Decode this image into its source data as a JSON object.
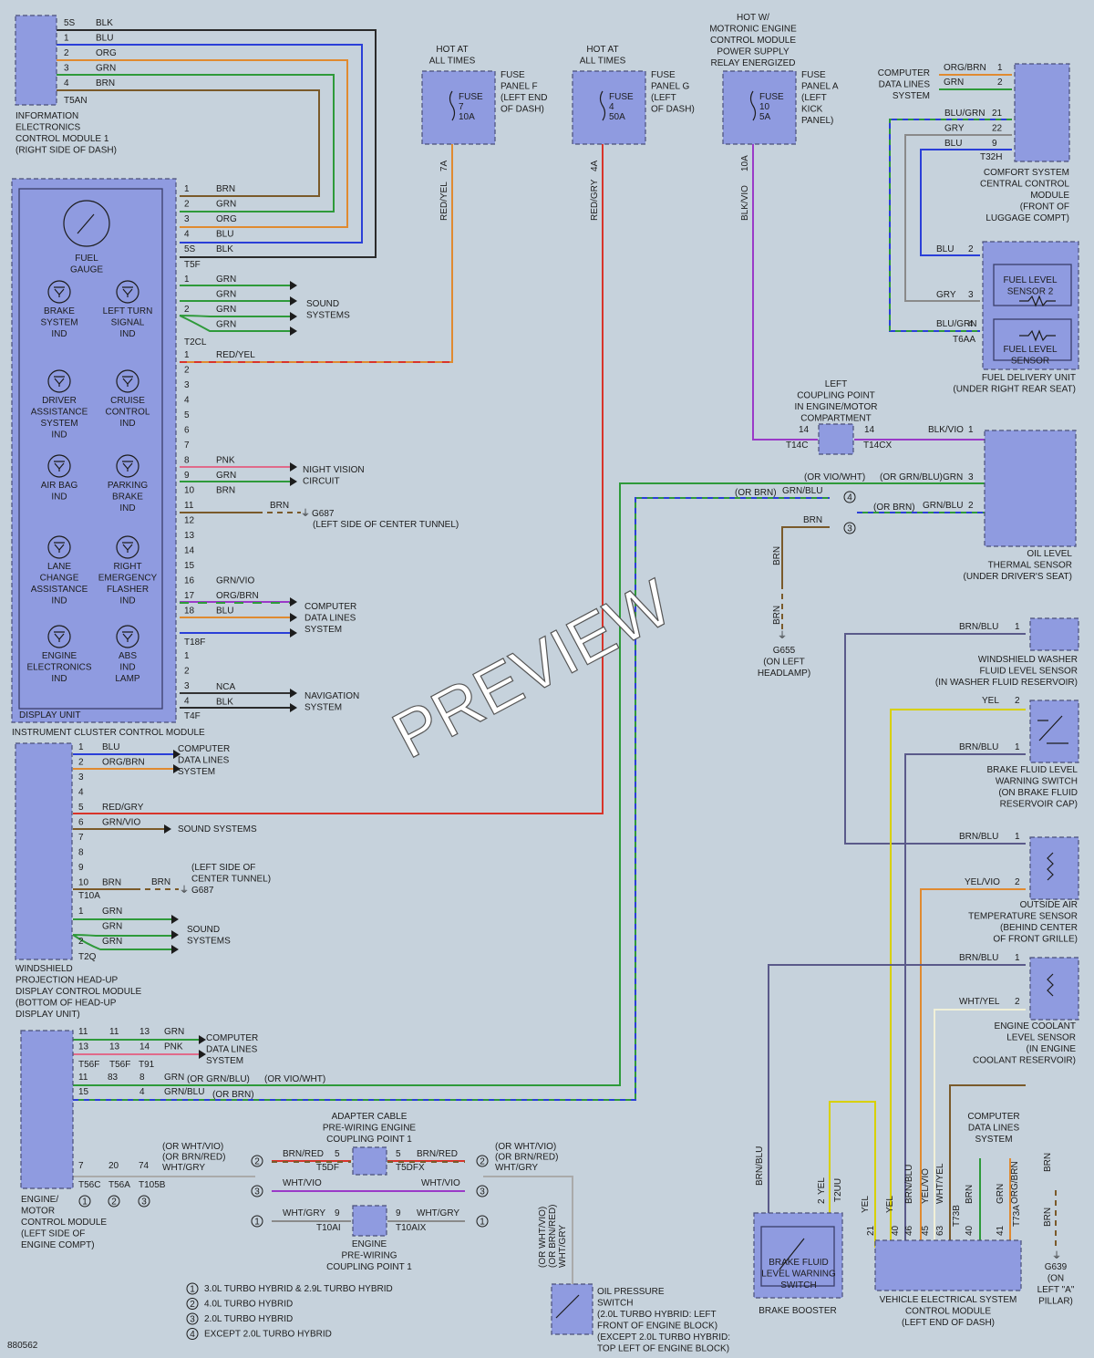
{
  "watermark": "PREVIEW",
  "figure_id": "880562",
  "colors": {
    "BLK": "#2a2a2a",
    "BLU": "#2a3fd8",
    "ORG": "#e08a30",
    "GRN": "#2e9a3a",
    "BRN": "#7a5a2a",
    "RED": "#d8342a",
    "YEL": "#d8d000",
    "PNK": "#e06a8a",
    "VIO": "#9a3ac8",
    "GRY": "#8a8a8a",
    "WHT": "#f0f0f0",
    "NCA": "#333333",
    "component_fill": "#8f9be0",
    "background": "#c6d2dc"
  },
  "components": {
    "info_module": {
      "lines": [
        "INFORMATION",
        "ELECTRONICS",
        "CONTROL MODULE 1",
        "(RIGHT SIDE OF DASH)"
      ],
      "connector": "T5AN"
    },
    "cluster": {
      "label": "INSTRUMENT CLUSTER CONTROL MODULE",
      "display_unit": "DISPLAY UNIT",
      "gauge": [
        "FUEL",
        "GAUGE"
      ]
    },
    "indicators": [
      {
        "lines": [
          "BRAKE",
          "SYSTEM",
          "IND"
        ]
      },
      {
        "lines": [
          "LEFT TURN",
          "SIGNAL",
          "IND"
        ]
      },
      {
        "lines": [
          "DRIVER",
          "ASSISTANCE",
          "SYSTEM",
          "IND"
        ]
      },
      {
        "lines": [
          "CRUISE",
          "CONTROL",
          "IND"
        ]
      },
      {
        "lines": [
          "AIR BAG",
          "IND"
        ]
      },
      {
        "lines": [
          "PARKING",
          "BRAKE",
          "IND"
        ]
      },
      {
        "lines": [
          "LANE",
          "CHANGE",
          "ASSISTANCE",
          "IND"
        ]
      },
      {
        "lines": [
          "RIGHT",
          "EMERGENCY",
          "FLASHER",
          "IND"
        ]
      },
      {
        "lines": [
          "ENGINE",
          "ELECTRONICS",
          "IND"
        ]
      },
      {
        "lines": [
          "ABS",
          "IND",
          "LAMP"
        ]
      }
    ],
    "hud": {
      "lines": [
        "WINDSHIELD",
        "PROJECTION HEAD-UP",
        "DISPLAY CONTROL MODULE",
        "(BOTTOM OF HEAD-UP",
        "DISPLAY UNIT)"
      ]
    },
    "ecm": {
      "lines": [
        "ENGINE/",
        "MOTOR",
        "CONTROL MODULE",
        "(LEFT SIDE OF",
        "ENGINE COMPT)"
      ]
    },
    "fuse_f": {
      "hot": [
        "HOT AT",
        "ALL TIMES"
      ],
      "fuse": [
        "FUSE",
        "7",
        "10A"
      ],
      "panel": [
        "FUSE",
        "PANEL F",
        "(LEFT END",
        "OF DASH)"
      ],
      "wire": "RED/YEL",
      "pin": "7A"
    },
    "fuse_g": {
      "hot": [
        "HOT AT",
        "ALL TIMES"
      ],
      "fuse": [
        "FUSE",
        "4",
        "50A"
      ],
      "panel": [
        "FUSE",
        "PANEL G",
        "(LEFT",
        "OF DASH)"
      ],
      "wire": "RED/GRY",
      "pin": "4A"
    },
    "fuse_a": {
      "hot": [
        "HOT W/",
        "MOTRONIC ENGINE",
        "CONTROL MODULE",
        "POWER SUPPLY",
        "RELAY ENERGIZED"
      ],
      "fuse": [
        "FUSE",
        "10",
        "5A"
      ],
      "panel": [
        "FUSE",
        "PANEL A",
        "(LEFT",
        "KICK",
        "PANEL)"
      ],
      "wire": "BLK/VIO",
      "pin": "10A"
    },
    "comfort": {
      "lines": [
        "COMFORT SYSTEM",
        "CENTRAL CONTROL",
        "MODULE",
        "(FRONT OF",
        "LUGGAGE COMPT)"
      ],
      "connector": "T32H",
      "cdl": [
        "COMPUTER",
        "DATA LINES",
        "SYSTEM"
      ]
    },
    "fuel_unit": {
      "sensor2": [
        "FUEL LEVEL",
        "SENSOR 2"
      ],
      "sensor": [
        "FUEL LEVEL",
        "SENSOR"
      ],
      "lines": [
        "FUEL DELIVERY UNIT",
        "(UNDER RIGHT REAR SEAT)"
      ],
      "connector": "T6AA"
    },
    "coupling": {
      "lines": [
        "LEFT",
        "COUPLING POINT",
        "IN ENGINE/MOTOR",
        "COMPARTMENT"
      ],
      "c1": "T14C",
      "c2": "T14CX"
    },
    "oil_sensor": {
      "lines": [
        "OIL LEVEL",
        "THERMAL SENSOR",
        "(UNDER DRIVER'S SEAT)"
      ]
    },
    "g655": {
      "lines": [
        "G655",
        "(ON LEFT",
        "HEADLAMP)"
      ]
    },
    "washer": {
      "lines": [
        "WINDSHIELD WASHER",
        "FLUID LEVEL SENSOR",
        "(IN WASHER FLUID RESERVOIR)"
      ]
    },
    "brake_switch": {
      "lines": [
        "BRAKE FLUID LEVEL",
        "WARNING SWITCH",
        "(ON BRAKE FLUID",
        "RESERVOIR CAP)"
      ]
    },
    "outside_air": {
      "lines": [
        "OUTSIDE AIR",
        "TEMPERATURE SENSOR",
        "(BEHIND CENTER",
        "OF FRONT GRILLE)"
      ]
    },
    "coolant": {
      "lines": [
        "ENGINE COOLANT",
        "LEVEL SENSOR",
        "(IN ENGINE",
        "COOLANT RESERVOIR)"
      ]
    },
    "adapter": {
      "lines": [
        "ADAPTER CABLE",
        "PRE-WIRING ENGINE",
        "COUPLING POINT 1"
      ],
      "c1": "T5DF",
      "c2": "T5DFX"
    },
    "engine_prewire": {
      "lines": [
        "ENGINE",
        "PRE-WIRING",
        "COUPLING POINT 1"
      ],
      "c1": "T10AI",
      "c2": "T10AIX"
    },
    "oil_pressure": {
      "lines": [
        "OIL PRESSURE",
        "SWITCH",
        "(2.0L TURBO HYBRID: LEFT",
        "FRONT OF ENGINE BLOCK)",
        "(EXCEPT 2.0L TURBO HYBRID:",
        "TOP LEFT OF ENGINE BLOCK)"
      ],
      "wire": [
        "(OR WHT/VIO)",
        "(OR BRN/RED)",
        "WHT/GRY"
      ]
    },
    "brake_booster": {
      "inner": [
        "BRAKE FLUID",
        "LEVEL WARNING",
        "SWITCH"
      ],
      "label": "BRAKE BOOSTER"
    },
    "vesc": {
      "lines": [
        "VEHICLE ELECTRICAL SYSTEM",
        "CONTROL MODULE",
        "(LEFT END OF DASH)"
      ],
      "cdl": [
        "COMPUTER",
        "DATA LINES",
        "SYSTEM"
      ]
    },
    "g639": {
      "lines": [
        "G639",
        "(ON",
        "LEFT \"A\"",
        "PILLAR)"
      ]
    },
    "g687": "G687",
    "g687_loc": "(LEFT SIDE OF CENTER TUNNEL)",
    "g687_loc2": [
      "(LEFT SIDE OF",
      "CENTER TUNNEL)"
    ]
  },
  "cluster_pins": {
    "t5f": [
      {
        "n": "1",
        "w": "BRN"
      },
      {
        "n": "2",
        "w": "GRN"
      },
      {
        "n": "3",
        "w": "ORG"
      },
      {
        "n": "4",
        "w": "BLU"
      },
      {
        "n": "5S",
        "w": "BLK"
      }
    ],
    "t5f_label": "T5F",
    "info_pins": [
      {
        "n": "5S",
        "w": "BLK"
      },
      {
        "n": "1",
        "w": "BLU"
      },
      {
        "n": "2",
        "w": "ORG"
      },
      {
        "n": "3",
        "w": "GRN"
      },
      {
        "n": "4",
        "w": "BRN"
      }
    ],
    "t2cl": [
      {
        "n": "1",
        "w": "GRN"
      },
      {
        "n": "",
        "w": "GRN"
      },
      {
        "n": "2",
        "w": "GRN"
      },
      {
        "n": "",
        "w": "GRN"
      }
    ],
    "t2cl_label": "T2CL",
    "sound": [
      "SOUND",
      "SYSTEMS"
    ],
    "t18f": [
      {
        "n": "1",
        "w": "RED/YEL"
      },
      {
        "n": "2",
        "w": ""
      },
      {
        "n": "3",
        "w": ""
      },
      {
        "n": "4",
        "w": ""
      },
      {
        "n": "5",
        "w": ""
      },
      {
        "n": "6",
        "w": ""
      },
      {
        "n": "7",
        "w": ""
      },
      {
        "n": "8",
        "w": "PNK"
      },
      {
        "n": "9",
        "w": "GRN"
      },
      {
        "n": "10",
        "w": "BRN"
      },
      {
        "n": "11",
        "w": ""
      },
      {
        "n": "12",
        "w": ""
      },
      {
        "n": "13",
        "w": ""
      },
      {
        "n": "14",
        "w": ""
      },
      {
        "n": "15",
        "w": ""
      },
      {
        "n": "16",
        "w": "GRN/VIO"
      },
      {
        "n": "17",
        "w": "ORG/BRN"
      },
      {
        "n": "18",
        "w": "BLU"
      }
    ],
    "t18f_label": "T18F",
    "night": [
      "NIGHT VISION",
      "CIRCUIT"
    ],
    "cdl": [
      "COMPUTER",
      "DATA LINES",
      "SYSTEM"
    ],
    "t4f": [
      {
        "n": "1",
        "w": ""
      },
      {
        "n": "2",
        "w": ""
      },
      {
        "n": "3",
        "w": "NCA"
      },
      {
        "n": "4",
        "w": "BLK"
      }
    ],
    "t4f_label": "T4F",
    "nav": [
      "NAVIGATION",
      "SYSTEM"
    ],
    "brn_right": "BRN"
  },
  "hud_pins": {
    "t10a": [
      {
        "n": "1",
        "w": "BLU"
      },
      {
        "n": "2",
        "w": "ORG/BRN"
      },
      {
        "n": "3",
        "w": ""
      },
      {
        "n": "4",
        "w": ""
      },
      {
        "n": "5",
        "w": "RED/GRY"
      },
      {
        "n": "6",
        "w": "GRN/VIO"
      },
      {
        "n": "7",
        "w": ""
      },
      {
        "n": "8",
        "w": ""
      },
      {
        "n": "9",
        "w": ""
      },
      {
        "n": "10",
        "w": "BRN"
      }
    ],
    "t10a_label": "T10A",
    "cdl": [
      "COMPUTER",
      "DATA LINES",
      "SYSTEM"
    ],
    "sound": "SOUND SYSTEMS",
    "t2q": [
      {
        "n": "1",
        "w": "GRN"
      },
      {
        "n": "",
        "w": "GRN"
      },
      {
        "n": "2",
        "w": "GRN"
      }
    ],
    "t2q_label": "T2Q",
    "sound2": [
      "SOUND",
      "SYSTEMS"
    ],
    "brn_right": "BRN"
  },
  "ecm_pins": {
    "rows": [
      {
        "a": "11",
        "b": "11",
        "c": "13",
        "w": "GRN"
      },
      {
        "a": "13",
        "b": "13",
        "c": "14",
        "w": "PNK"
      }
    ],
    "conn_row": [
      "T56F",
      "T56F",
      "T91"
    ],
    "cdl": [
      "COMPUTER",
      "DATA LINES",
      "SYSTEM"
    ],
    "row3": {
      "a": "11",
      "b": "83",
      "c": "8",
      "w": "GRN",
      "alt": "(OR GRN/BLU)",
      "alt2": "(OR VIO/WHT)"
    },
    "row4": {
      "a": "15",
      "c": "4",
      "w": "GRN/BLU",
      "alt": "(OR BRN)"
    },
    "row5": {
      "a": "7",
      "b": "20",
      "c": "74",
      "alt": [
        "(OR WHT/VIO)",
        "(OR BRN/RED)",
        "WHT/GRY"
      ]
    },
    "conn_row2": [
      "T56C",
      "T56A",
      "T105B"
    ],
    "notes": [
      "1",
      "2",
      "3"
    ]
  },
  "adapter_wires": {
    "left": [
      "BRN/RED",
      "WHT/VIO",
      "WHT/GRY"
    ],
    "right": [
      "BRN/RED",
      "WHT/VIO",
      "WHT/GRY"
    ],
    "pin5": "5",
    "pin9": "9",
    "alt_left": [
      "(OR WHT/VIO)",
      "(OR BRN/RED)",
      "WHT/GRY"
    ],
    "alt_right": [
      "(OR WHT/VIO)",
      "(OR BRN/RED)",
      "WHT/GRY"
    ]
  },
  "legend": [
    {
      "n": "1",
      "text": "3.0L TURBO HYBRID & 2.9L TURBO HYBRID"
    },
    {
      "n": "2",
      "text": "4.0L TURBO HYBRID"
    },
    {
      "n": "3",
      "text": "2.0L TURBO HYBRID"
    },
    {
      "n": "4",
      "text": "EXCEPT 2.0L TURBO HYBRID"
    }
  ],
  "right_wires": {
    "comfort_top": [
      {
        "w": "ORG/BRN",
        "n": "1"
      },
      {
        "w": "GRN",
        "n": "2"
      }
    ],
    "comfort_pins": [
      {
        "w": "BLU/GRN",
        "n": "21"
      },
      {
        "w": "GRY",
        "n": "22"
      },
      {
        "w": "BLU",
        "n": "9"
      }
    ],
    "fuel_pins": [
      {
        "w": "BLU",
        "n": "2"
      },
      {
        "w": "GRY",
        "n": "3"
      },
      {
        "w": "BLU/GRN",
        "n": "4"
      }
    ],
    "coupling_pin": "14",
    "oil_pins": [
      {
        "w": "BLK/VIO",
        "n": "1"
      },
      {
        "w": "GRN",
        "n": "3",
        "alt": "(OR GRN/BLU)"
      },
      {
        "w": "GRN/BLU",
        "n": "2",
        "alt": "(OR BRN)"
      }
    ],
    "main_alt": [
      "(OR VIO/WHT)",
      "(OR BRN)"
    ],
    "main_w": [
      "GRN/BLU",
      "BRN"
    ],
    "g655_w": "BRN",
    "washer_pin": {
      "w": "BRN/BLU",
      "n": "1"
    },
    "brake_pins": [
      {
        "w": "YEL",
        "n": "2"
      },
      {
        "w": "BRN/BLU",
        "n": "1"
      }
    ],
    "air_pins": [
      {
        "w": "BRN/BLU",
        "n": "1"
      },
      {
        "w": "YEL/VIO",
        "n": "2"
      }
    ],
    "cool_pins": [
      {
        "w": "BRN/BLU",
        "n": "1"
      },
      {
        "w": "WHT/YEL",
        "n": "2"
      }
    ],
    "vesc_pins": [
      {
        "n": "21",
        "w": "YEL"
      },
      {
        "n": "40",
        "w": "YEL"
      },
      {
        "n": "46",
        "w": "BRN/BLU"
      },
      {
        "n": "45",
        "w": "YEL/VIO"
      },
      {
        "n": "63",
        "w": "WHT/YEL"
      },
      {
        "n": "40",
        "w": "BRN"
      },
      {
        "n": "41",
        "w": "GRN"
      },
      {
        "n": "",
        "w": "ORG/BRN"
      }
    ],
    "vesc_conn": [
      "T73B",
      "T73A"
    ],
    "booster_w": "BRN/BLU",
    "booster_pin": {
      "n": "2",
      "w": "YEL",
      "c": "T2UU"
    },
    "g639_w": "BRN"
  }
}
